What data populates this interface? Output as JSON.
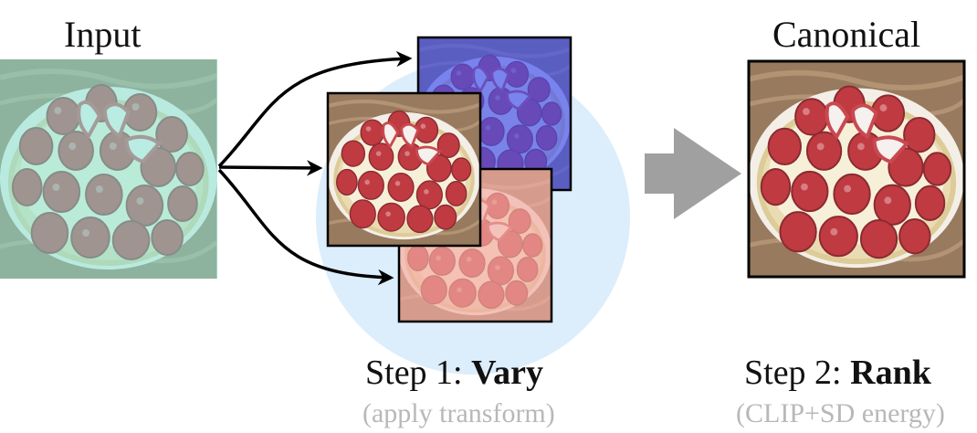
{
  "labels": {
    "input": "Input",
    "canonical": "Canonical",
    "step1_prefix": "Step 1: ",
    "step1_word": "Vary",
    "step1_sub": "(apply transform)",
    "step2_prefix": "Step 2: ",
    "step2_word": "Rank",
    "step2_sub": "(CLIP+SD energy)"
  },
  "colors": {
    "input_tint": "#8fe8dc",
    "blue_tint": "#4a5af0",
    "red_tint": "#f3b0a8",
    "circle": "#dcedfb",
    "big_arrow": "#a0a0a0",
    "subtext": "#b8b8b8"
  },
  "image_content": "strawberry-tart-photo"
}
